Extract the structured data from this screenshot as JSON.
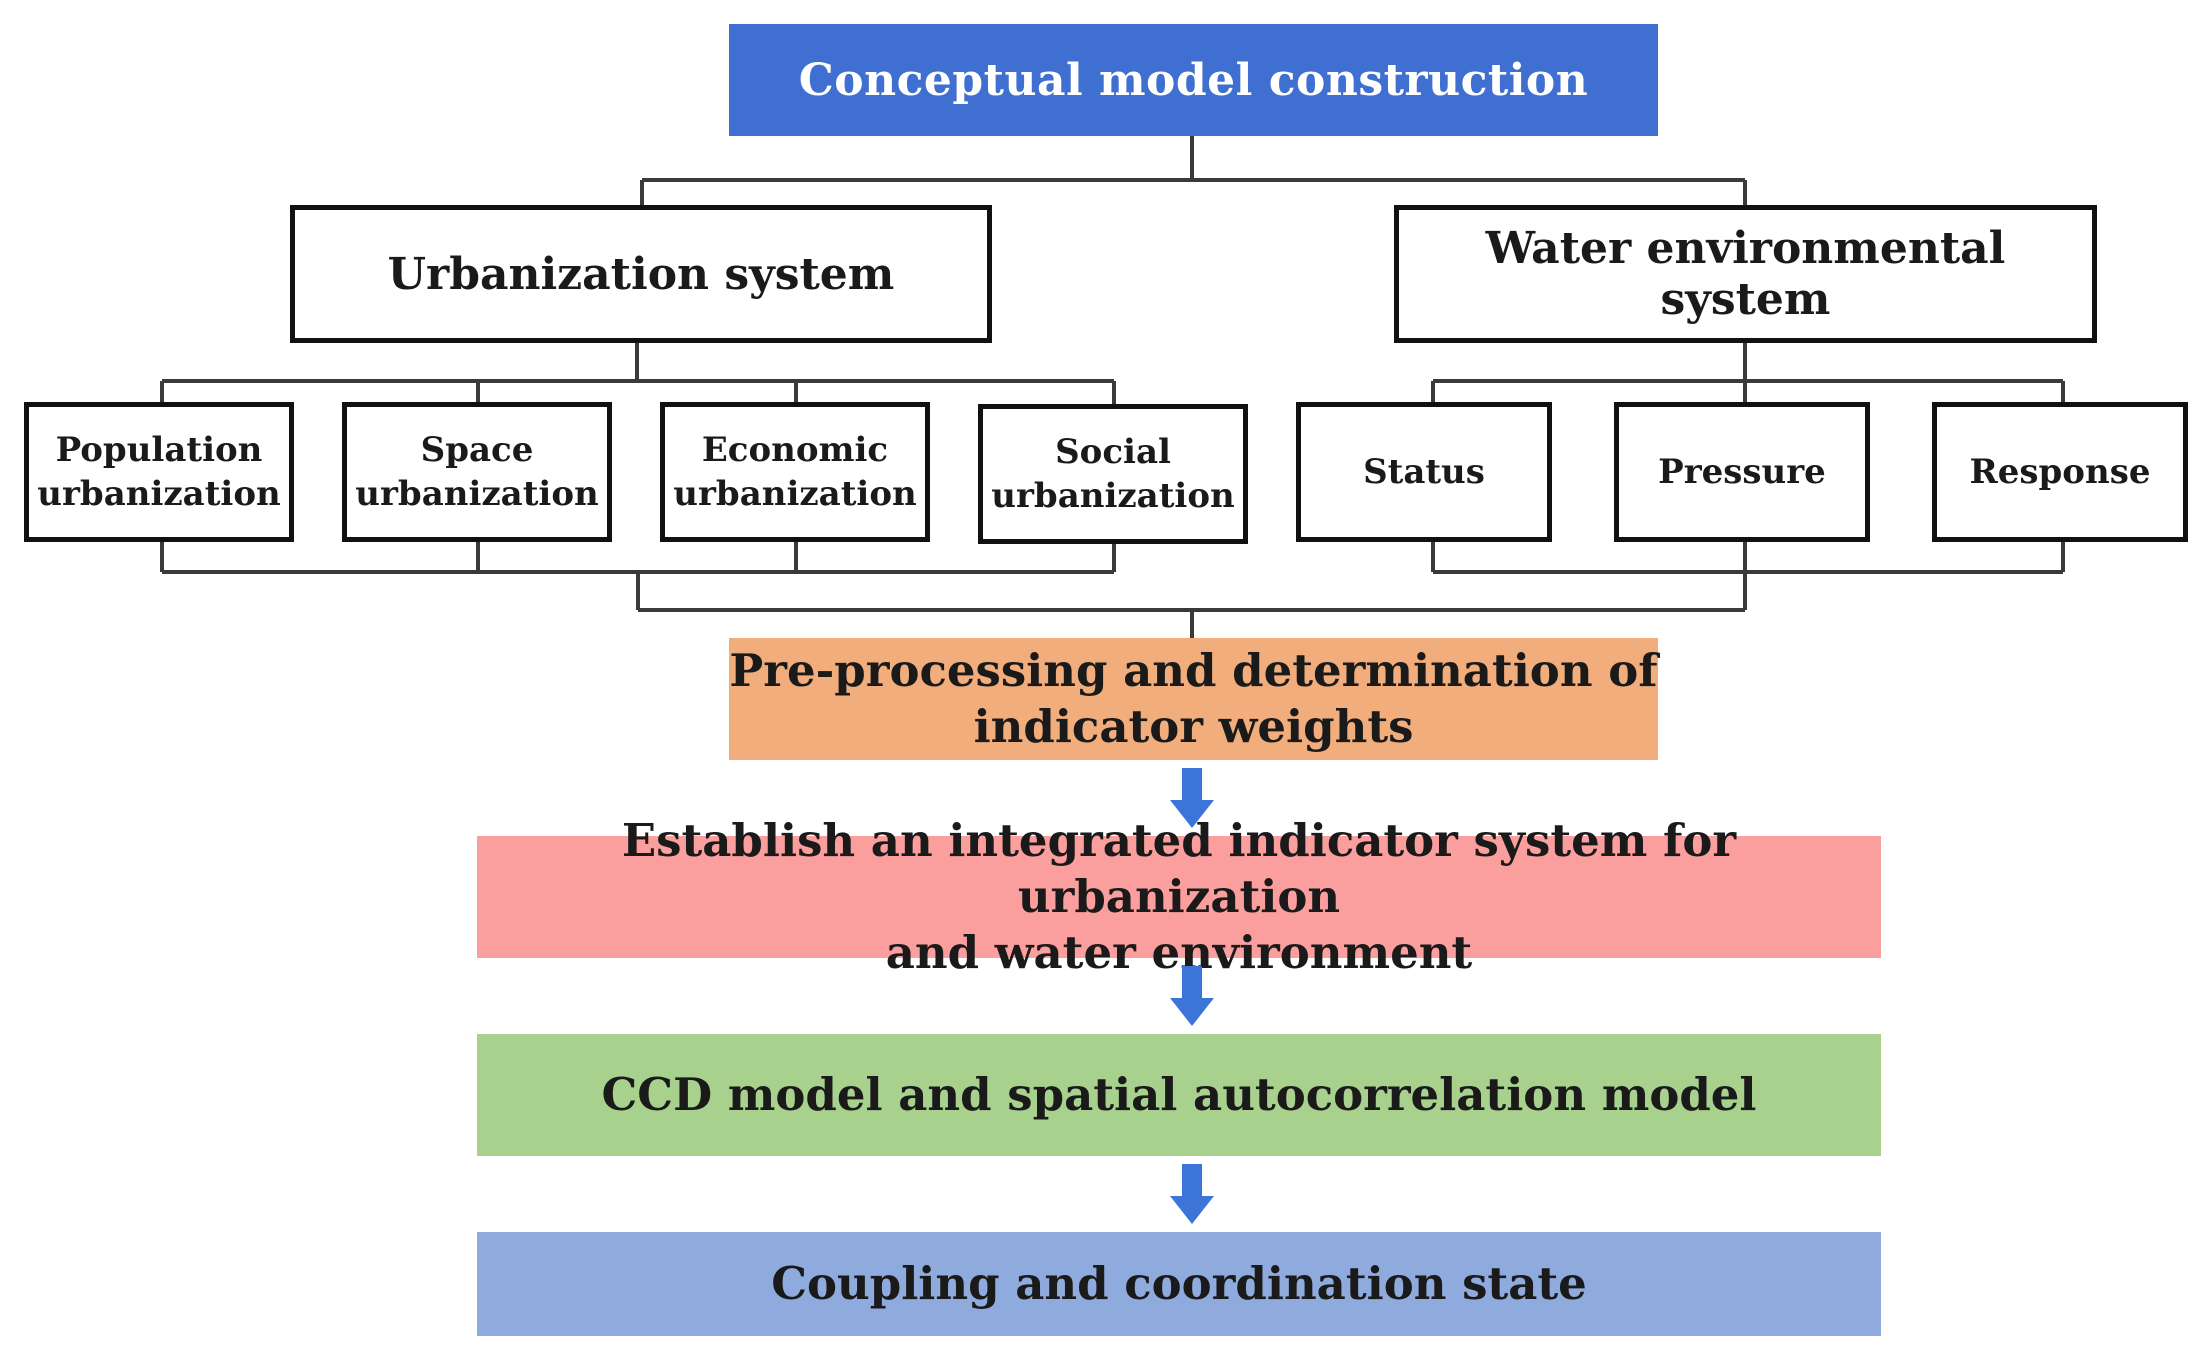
{
  "diagram": {
    "root": {
      "label": "Conceptual model construction",
      "color": "#3F6FD1"
    },
    "systems": [
      {
        "label": "Urbanization system",
        "subsystems": [
          {
            "line1": "Population",
            "line2": "urbanization"
          },
          {
            "line1": "Space",
            "line2": "urbanization"
          },
          {
            "line1": "Economic",
            "line2": "urbanization"
          },
          {
            "line1": "Social",
            "line2": "urbanization"
          }
        ]
      },
      {
        "label": "Water environmental system",
        "subsystems": [
          {
            "line1": "Status"
          },
          {
            "line1": "Pressure"
          },
          {
            "line1": "Response"
          }
        ]
      }
    ],
    "steps": [
      {
        "line1": "Pre-processing and determination of",
        "line2": "indicator weights",
        "color": "#F2AD7C"
      },
      {
        "line1": "Establish an integrated indicator system for urbanization",
        "line2": "and water environment",
        "color": "#FB9E9E"
      },
      {
        "line1": "CCD model and spatial autocorrelation model",
        "color": "#A9D18E"
      },
      {
        "line1": "Coupling and coordination state",
        "color": "#8FAADC"
      }
    ],
    "arrow_color": "#3C74D8"
  }
}
